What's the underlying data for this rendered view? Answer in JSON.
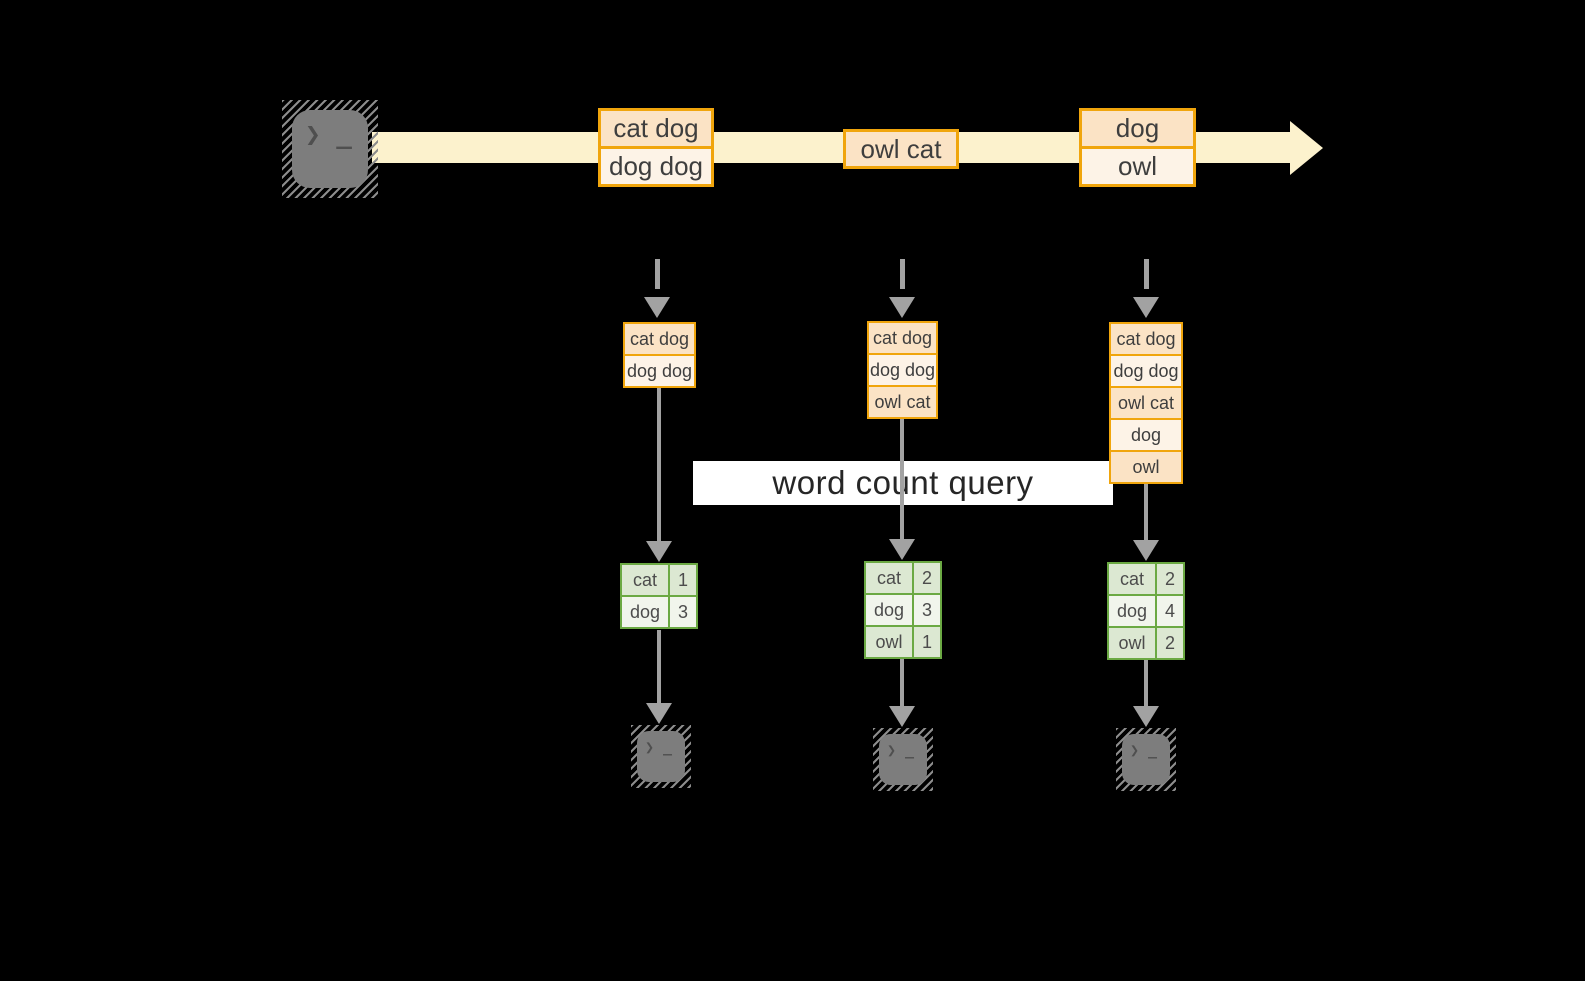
{
  "diagram": {
    "query_banner": "word count query",
    "terminal_glyph": "❯ _",
    "stream_events": [
      {
        "lines": [
          "cat dog",
          "dog dog"
        ]
      },
      {
        "lines": [
          "owl cat"
        ]
      },
      {
        "lines": [
          "dog",
          "owl"
        ]
      }
    ],
    "batches": [
      {
        "lines": [
          "cat dog",
          "dog dog"
        ]
      },
      {
        "lines": [
          "cat dog",
          "dog dog",
          "owl cat"
        ]
      },
      {
        "lines": [
          "cat dog",
          "dog dog",
          "owl cat",
          "dog",
          "owl"
        ]
      }
    ],
    "counts": [
      {
        "rows": [
          {
            "word": "cat",
            "count": "1"
          },
          {
            "word": "dog",
            "count": "3"
          }
        ]
      },
      {
        "rows": [
          {
            "word": "cat",
            "count": "2"
          },
          {
            "word": "dog",
            "count": "3"
          },
          {
            "word": "owl",
            "count": "1"
          }
        ]
      },
      {
        "rows": [
          {
            "word": "cat",
            "count": "2"
          },
          {
            "word": "dog",
            "count": "4"
          },
          {
            "word": "owl",
            "count": "2"
          }
        ]
      }
    ],
    "colors": {
      "background": "#000000",
      "stream_fill": "#fcf2cd",
      "event_border": "#f0a50c",
      "event_fill_dark": "#fbe3c5",
      "event_fill_light": "#fdf3e7",
      "table_border": "#6ba943",
      "table_fill_dark": "#dce8d2",
      "table_fill_light": "#f1f5ec",
      "arrow_gray": "#a2a2a2"
    }
  }
}
